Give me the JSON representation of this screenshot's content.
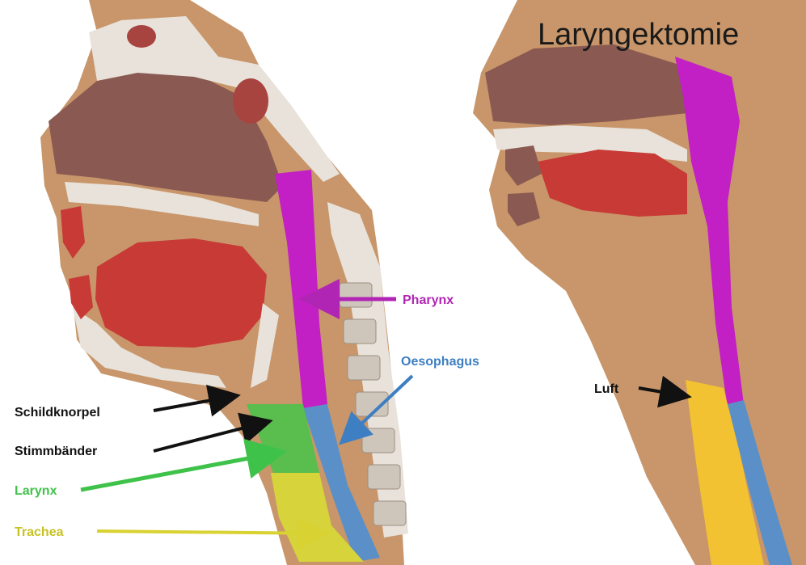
{
  "diagram": {
    "title": "Laryngektomie",
    "left_labels": {
      "pharynx": "Pharynx",
      "oesophagus": "Oesophagus",
      "schildknorpel": "Schildknorpel",
      "stimmbaender": "Stimmbänder",
      "larynx": "Larynx",
      "trachea": "Trachea"
    },
    "right_labels": {
      "luft": "Luft"
    },
    "colors": {
      "skin": "#c8966a",
      "pharynx": "#c21fc4",
      "oesophagus": "#5b8fc7",
      "larynx": "#4cc24a",
      "trachea": "#d6d43a",
      "trachea_right": "#f2c232",
      "tongue": "#c83a36",
      "bone": "#e8e2da",
      "cavity": "#8a5a52",
      "arrow_dark": "#111111"
    }
  }
}
